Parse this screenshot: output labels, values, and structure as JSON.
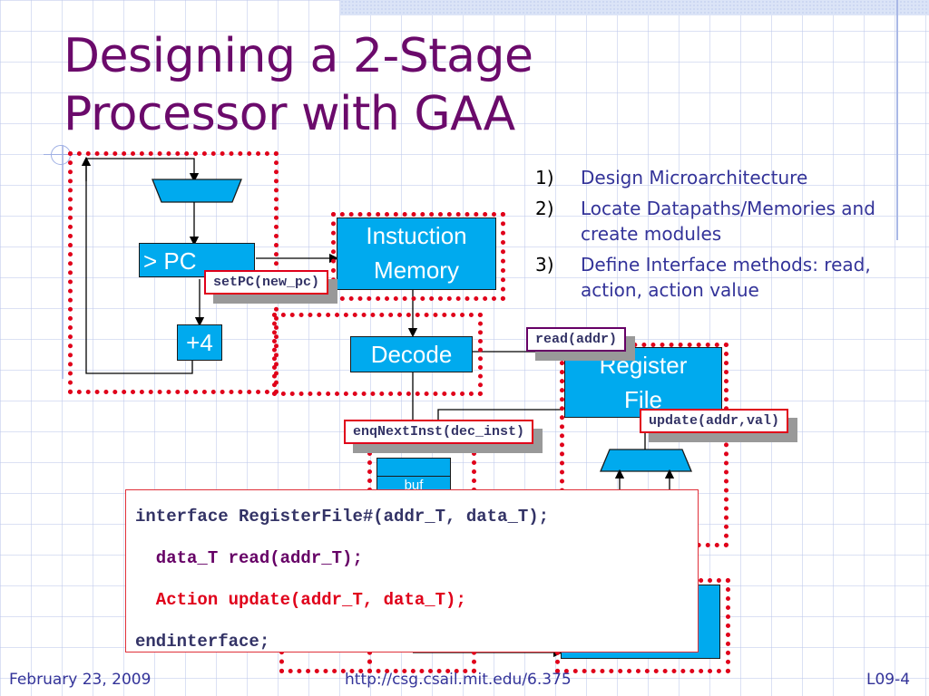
{
  "slide": {
    "title_line1": "Designing a 2-Stage",
    "title_line2": "Processor with GAA",
    "steps": [
      {
        "num": "1)",
        "text": "Design Microarchitecture"
      },
      {
        "num": "2)",
        "text": "Locate Datapaths/Memories and create modules"
      },
      {
        "num": "3)",
        "text": "Define Interface methods: read, action, action value"
      }
    ]
  },
  "diagram": {
    "blocks": {
      "pc": "> PC",
      "plus4": "+4",
      "imem_line1": "Instuction",
      "imem_line2": "Memory",
      "decode": "Decode",
      "regfile_line1": "Register",
      "regfile_line2": "File",
      "buf": "buf"
    },
    "methods": {
      "set_pc": "setPC(new_pc)",
      "read": "read(addr)",
      "enq": "enqNextInst(dec_inst)",
      "update": "update(addr,val)"
    },
    "colors": {
      "block_fill": "#00aaee",
      "module_border": "#e0001a",
      "title": "#6b0a6b",
      "text_blue": "#333399",
      "code_keyword": "#333366",
      "code_read": "#660066",
      "code_action": "#e0001a"
    }
  },
  "code": {
    "line1": "interface RegisterFile#(addr_T, data_T);",
    "line2": "  data_T read(addr_T);",
    "line3": "  Action update(addr_T, data_T);",
    "line4": "endinterface;"
  },
  "footer": {
    "date": "February 23, 2009",
    "url": "http://csg.csail.mit.edu/6.375",
    "slide_id": "L09-4"
  }
}
